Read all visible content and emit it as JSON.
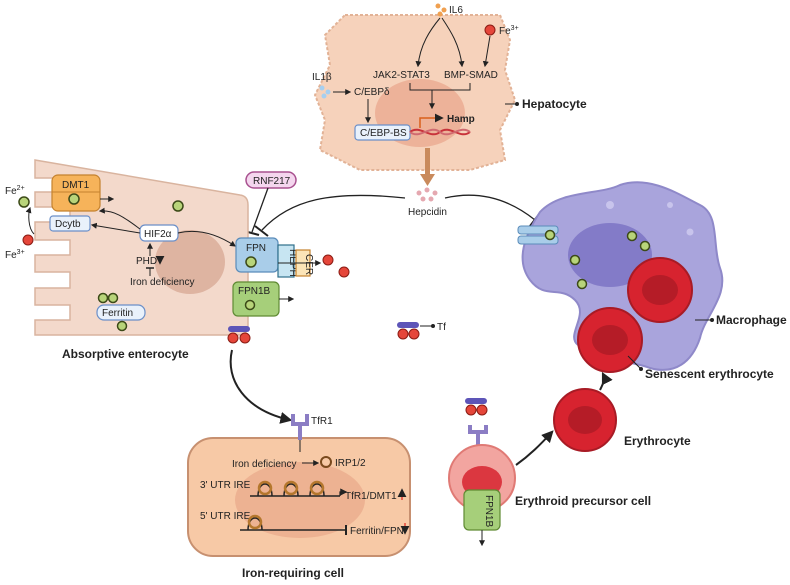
{
  "colors": {
    "hepatocyte": "#f6d2bb",
    "hepatocyte_nucleus": "#eaa78e",
    "enterocyte": "#f3d9cb",
    "macrophage": "#a9a4dc",
    "rbc": "#d7232f",
    "iron_ferric": "#e5463a",
    "iron_ferrous": "#b8d47a",
    "dmt1": "#f6b35a",
    "fpn": "#a9cde9",
    "fpn1b": "#a6cf7a",
    "transferrin": "#5d55b8",
    "iron_cell": "#f7c9a6"
  },
  "hepatocyte": {
    "label": "Hepatocyte",
    "il6": "IL6",
    "fe3": "Fe",
    "fe3_sup": "3+",
    "il1b": "IL1β",
    "cebp_delta": "C/EBPδ",
    "jak_stat": "JAK2-STAT3",
    "bmp_smad": "BMP-SMAD",
    "cebp_bs": "C/EBP-BS",
    "hamp": "Hamp"
  },
  "hepcidin": "Hepcidin",
  "rnf217": "RNF217",
  "enterocyte": {
    "label": "Absorptive enterocyte",
    "fe2": "Fe",
    "fe2_sup": "2+",
    "fe3": "Fe",
    "fe3_sup": "3+",
    "dmt1": "DMT1",
    "dcytb": "Dcytb",
    "hif2a": "HIF2α",
    "phd": "PHD",
    "iron_deficiency": "Iron deficiency",
    "ferritin": "Ferritin",
    "fpn": "FPN",
    "heph": "HEPH",
    "cer": "CER",
    "fpn1b": "FPN1B"
  },
  "transferrin": "Tf",
  "iron_cell": {
    "label": "Iron-requiring cell",
    "tfr1": "TfR1",
    "iron_deficiency": "Iron deficiency",
    "irp": "IRP1/2",
    "utr3": "3' UTR IRE",
    "utr5": "5' UTR IRE",
    "tfr1_dmt1": "TfR1/DMT1",
    "ferritin_fpn": "Ferritin/FPN"
  },
  "macrophage": "Macrophage",
  "senescent_erythrocyte": "Senescent erythrocyte",
  "erythrocyte": "Erythrocyte",
  "erythroid_precursor": {
    "label": "Erythroid precursor cell",
    "fpn1b": "FPN1B"
  }
}
